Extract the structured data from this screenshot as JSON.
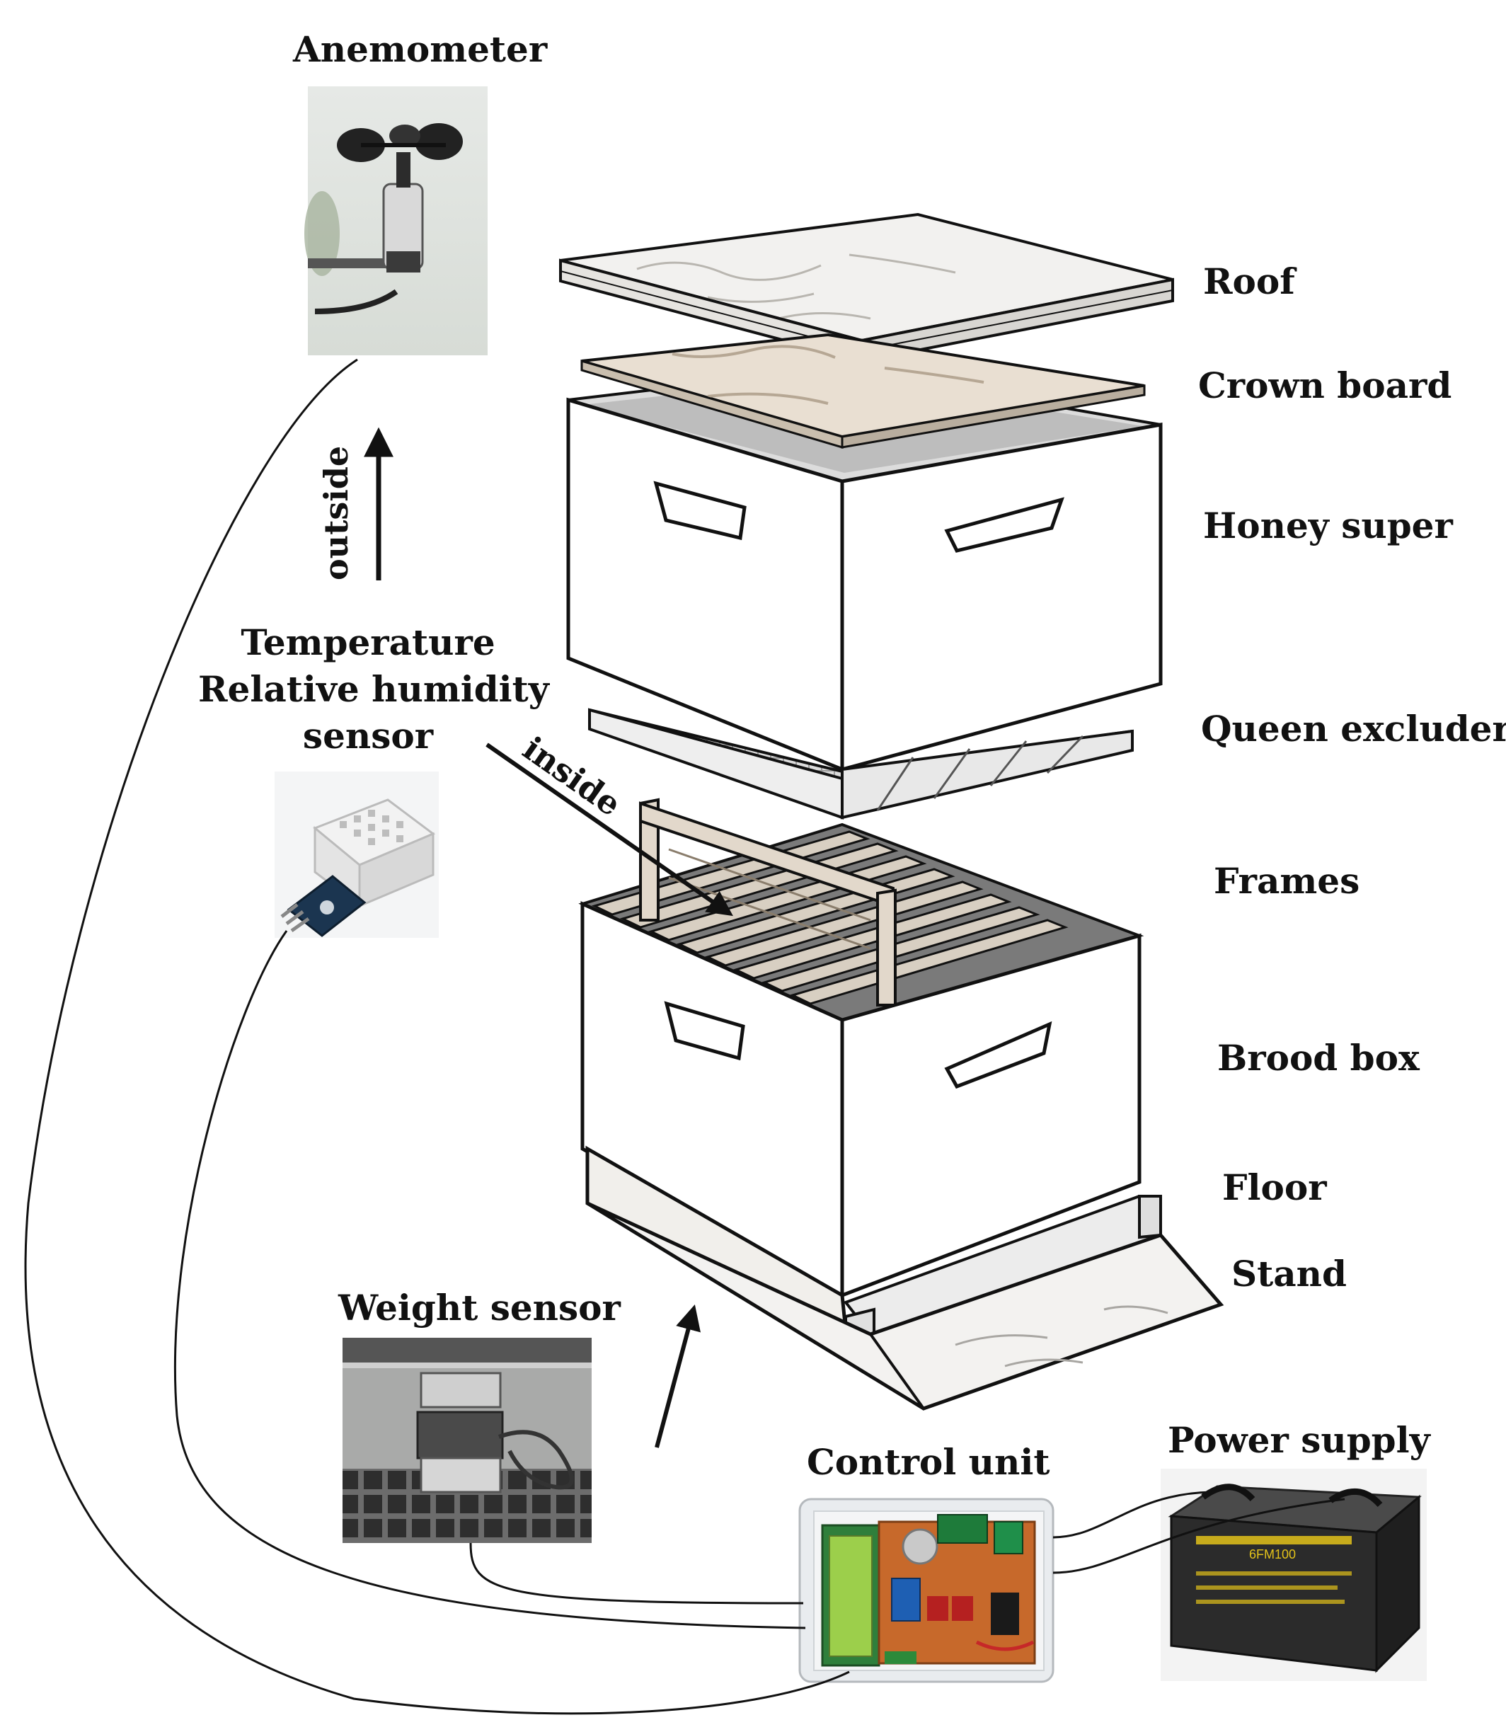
{
  "hive_parts": {
    "roof": "Roof",
    "crown_board": "Crown board",
    "honey_super": "Honey super",
    "queen_excluder": "Queen excluder",
    "frames": "Frames",
    "brood_box": "Brood box",
    "floor": "Floor",
    "stand": "Stand"
  },
  "devices": {
    "anemometer": "Anemometer",
    "temp_line1": "Temperature",
    "temp_line2": "Relative humidity",
    "temp_line3": "sensor",
    "weight_sensor": "Weight sensor",
    "control_unit": "Control unit",
    "power_supply": "Power supply"
  },
  "arrows": {
    "outside": "outside",
    "inside": "inside"
  },
  "battery_text": {
    "model": "6FM100"
  },
  "colors": {
    "line": "#111111",
    "wood_pale": "#f3f1ec",
    "crown_board": "#e9dfd2",
    "pcb": "#c7692b",
    "lcd_green": "#9ccf4b",
    "battery_body": "#2b2b2b",
    "battery_label": "#e3c21a",
    "sensor_blue": "#1b3550"
  }
}
